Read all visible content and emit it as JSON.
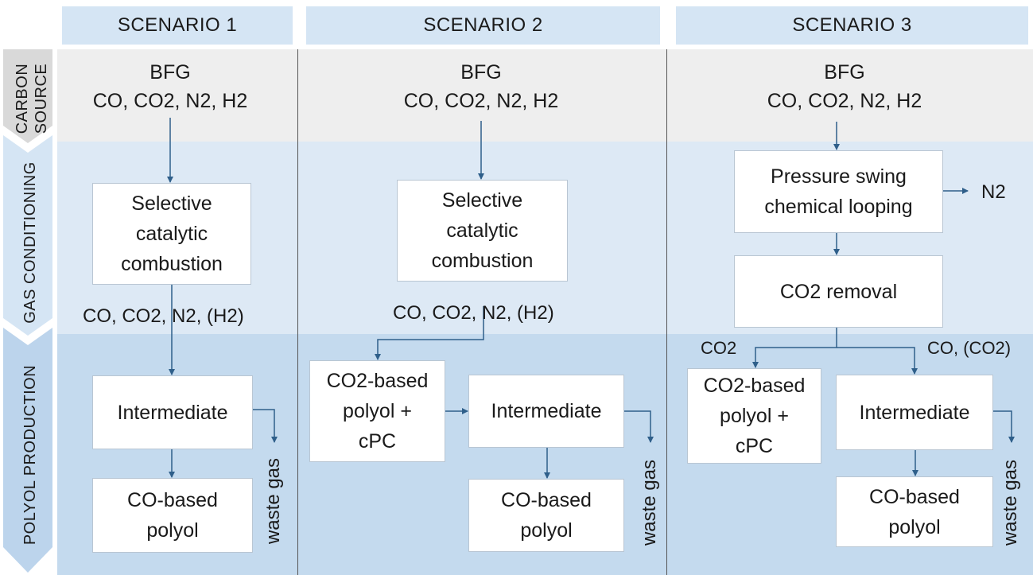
{
  "headers": [
    "SCENARIO 1",
    "SCENARIO 2",
    "SCENARIO 3"
  ],
  "stages": {
    "carbon_source_line1": "CARBON",
    "carbon_source_line2": "SOURCE",
    "gas_conditioning": "GAS CONDITIONING",
    "polyol_production": "POLYOL PRODUCTION"
  },
  "source": {
    "line1": "BFG",
    "line2": "CO, CO2, N2, H2"
  },
  "scenario1": {
    "combustion": [
      "Selective",
      "catalytic",
      "combustion"
    ],
    "out_gas": "CO, CO2, N2, (H2)",
    "intermediate": "Intermediate",
    "co_polyol": [
      "CO-based",
      "polyol"
    ],
    "waste": "waste gas"
  },
  "scenario2": {
    "combustion": [
      "Selective",
      "catalytic",
      "combustion"
    ],
    "out_gas": "CO, CO2, N2, (H2)",
    "co2_polyol": [
      "CO2-based",
      "polyol +",
      "cPC"
    ],
    "intermediate": "Intermediate",
    "co_polyol": [
      "CO-based",
      "polyol"
    ],
    "waste": "waste gas"
  },
  "scenario3": {
    "psa": [
      "Pressure swing",
      "chemical looping"
    ],
    "n2_out": "N2",
    "co2_removal": "CO2 removal",
    "co2_branch": "CO2",
    "co_branch": "CO, (CO2)",
    "co2_polyol": [
      "CO2-based",
      "polyol +",
      "cPC"
    ],
    "intermediate": "Intermediate",
    "co_polyol": [
      "CO-based",
      "polyol"
    ],
    "waste": "waste gas"
  },
  "colors": {
    "header": "#d5e5f4",
    "carbon_band": "#eeeeee",
    "gas_band": "#dde9f5",
    "polyol_band": "#c4daee",
    "arrow": "#2f5f8a"
  }
}
